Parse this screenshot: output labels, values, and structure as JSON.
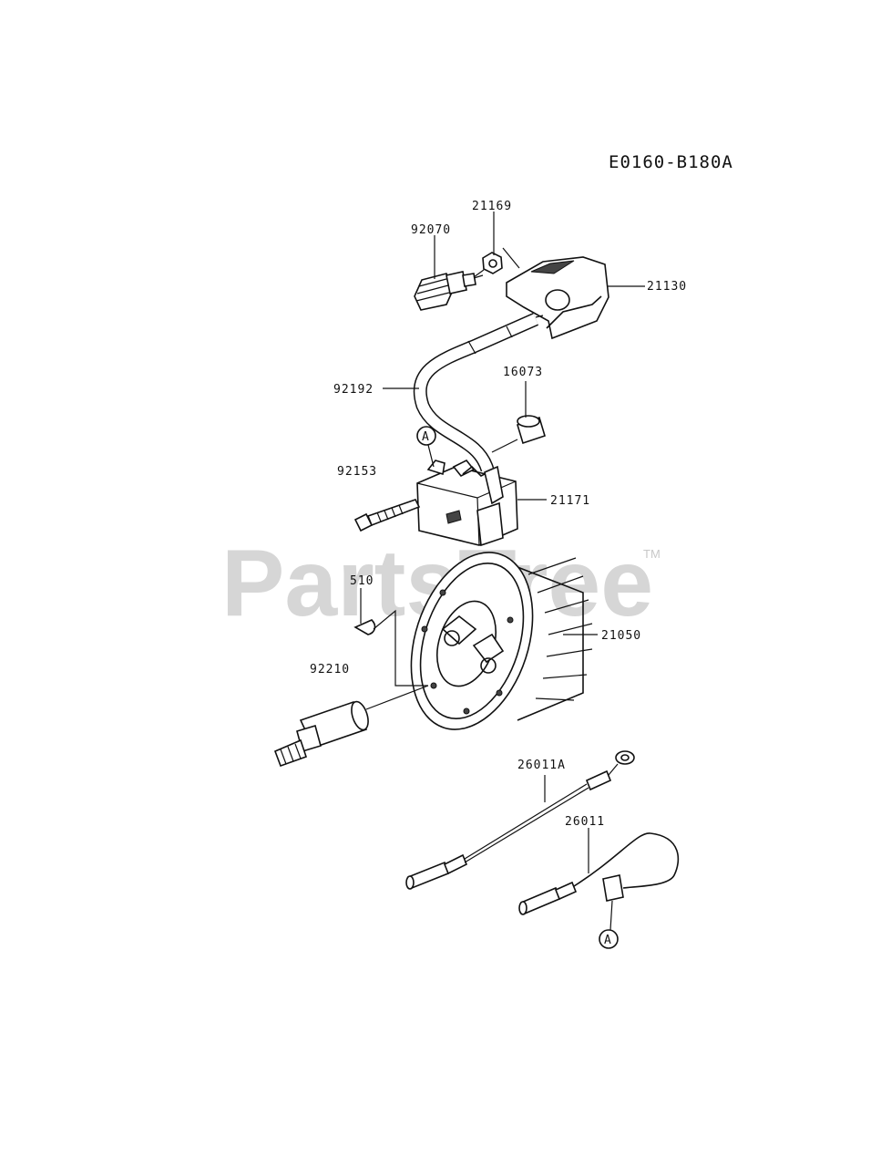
{
  "diagram_code": "E0160-B180A",
  "watermark": {
    "text": "PartsTree",
    "trademark": "TM"
  },
  "callout": "A",
  "parts": [
    {
      "id": "p-92070",
      "number": "92070"
    },
    {
      "id": "p-21169",
      "number": "21169"
    },
    {
      "id": "p-21130",
      "number": "21130"
    },
    {
      "id": "p-92192",
      "number": "92192"
    },
    {
      "id": "p-16073",
      "number": "16073"
    },
    {
      "id": "p-92153",
      "number": "92153"
    },
    {
      "id": "p-21171",
      "number": "21171"
    },
    {
      "id": "p-510",
      "number": "510"
    },
    {
      "id": "p-21050",
      "number": "21050"
    },
    {
      "id": "p-92210",
      "number": "92210"
    },
    {
      "id": "p-26011A",
      "number": "26011A"
    },
    {
      "id": "p-26011",
      "number": "26011"
    }
  ]
}
